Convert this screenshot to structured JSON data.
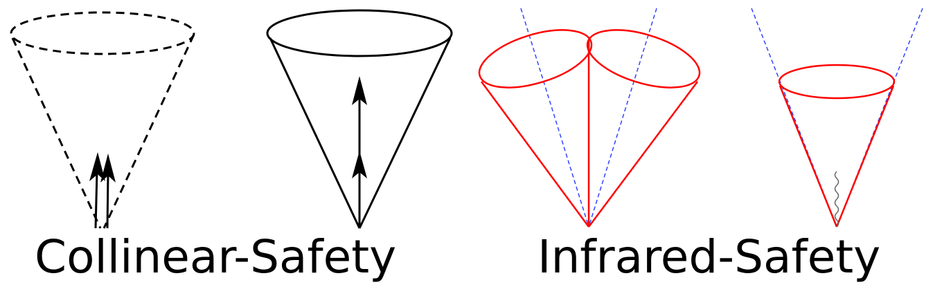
{
  "captions": {
    "collinear": "Collinear-Safety",
    "infrared": "Infrared-Safety"
  },
  "colors": {
    "ink": "#000000",
    "cone_red": "#ff0000",
    "axis_blue": "#3344ff",
    "gluon_grey": "#666666",
    "background": "#ffffff"
  },
  "panels": [
    {
      "id": "collinear-unsafe",
      "cone": "dashed",
      "content": "two nearly collinear arrows"
    },
    {
      "id": "collinear-safe",
      "cone": "solid",
      "content": "single arrow with two arrowheads"
    },
    {
      "id": "infrared-unsafe",
      "cone": "two red cones",
      "content": "dashed blue axes"
    },
    {
      "id": "infrared-safe",
      "cone": "one red cone",
      "content": "dashed blue axes with soft gluon"
    }
  ]
}
